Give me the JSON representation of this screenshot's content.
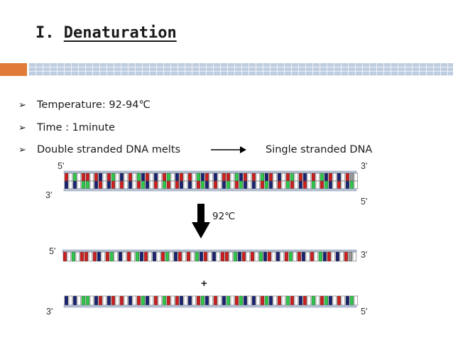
{
  "slide": {
    "title_prefix": "I.",
    "title_main": "Denaturation",
    "accent_colors": {
      "orange": "#e07b39",
      "blue_band": "#bfcde0"
    },
    "bullets": [
      {
        "icon": "arrowhead-bullet-icon",
        "text": "Temperature: 92-94℃"
      },
      {
        "icon": "arrowhead-bullet-icon",
        "text": "Time : 1minute"
      },
      {
        "icon": "arrowhead-bullet-icon",
        "text": "Double stranded DNA melts"
      }
    ],
    "melts_result": "Single stranded DNA",
    "step_temperature": "92℃",
    "plus_sign": "+",
    "strand_ends": {
      "ds_top_left": "5'",
      "ds_top_right": "3'",
      "ds_bottom_left": "3'",
      "ds_bottom_right": "5'",
      "ss1_left": "5'",
      "ss1_right": "3'",
      "ss2_left": "3'",
      "ss2_right": "5'"
    },
    "base_colors": {
      "red": "#cc1f1f",
      "navy": "#1a2370",
      "green": "#2ec84a",
      "white": "#ffffff",
      "gray": "#9a9a9a"
    },
    "top_strand_bases": [
      "red",
      "white",
      "green",
      "white",
      "red",
      "red",
      "white",
      "red",
      "navy",
      "white",
      "red",
      "green",
      "white",
      "navy",
      "white",
      "red",
      "white",
      "green",
      "navy",
      "red",
      "white",
      "navy",
      "white",
      "red",
      "green",
      "white",
      "navy",
      "red",
      "white",
      "red",
      "white",
      "green",
      "navy",
      "red",
      "white",
      "navy",
      "white",
      "red",
      "red",
      "white",
      "green",
      "navy",
      "red",
      "white",
      "red",
      "white",
      "green",
      "navy",
      "red",
      "white",
      "navy",
      "white",
      "red",
      "green",
      "white",
      "red",
      "navy",
      "white",
      "red",
      "white",
      "green",
      "navy",
      "red",
      "white",
      "navy",
      "white",
      "red",
      "gray",
      "white"
    ],
    "bottom_strand_bases": [
      "navy",
      "white",
      "navy",
      "white",
      "green",
      "green",
      "white",
      "navy",
      "red",
      "white",
      "navy",
      "red",
      "white",
      "red",
      "white",
      "navy",
      "white",
      "red",
      "green",
      "navy",
      "white",
      "red",
      "white",
      "green",
      "red",
      "white",
      "red",
      "navy",
      "white",
      "navy",
      "white",
      "red",
      "green",
      "navy",
      "white",
      "red",
      "white",
      "navy",
      "green",
      "white",
      "red",
      "green",
      "navy",
      "white",
      "navy",
      "white",
      "red",
      "green",
      "navy",
      "white",
      "red",
      "white",
      "green",
      "red",
      "white",
      "navy",
      "red",
      "white",
      "green",
      "white",
      "red",
      "green",
      "navy",
      "white",
      "red",
      "white",
      "navy",
      "green",
      "white"
    ]
  }
}
